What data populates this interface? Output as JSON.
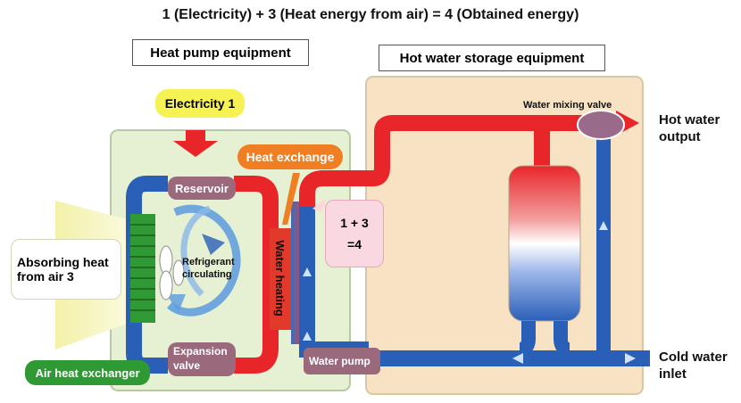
{
  "title": "1 (Electricity) + 3 (Heat energy from air) = 4 (Obtained energy)",
  "sections": {
    "heat_pump": "Heat pump equipment",
    "hot_water_storage": "Hot water storage equipment"
  },
  "labels": {
    "electricity": "Electricity  1",
    "heat_exchange": "Heat exchange",
    "reservoir": "Reservoir",
    "refrigerant": "Refrigerant circulating",
    "expansion_valve": "Expansion valve",
    "water_heating": "Water heating",
    "absorbing_heat": "Absorbing heat from air 3",
    "air_heat_exchanger": "Air heat exchanger",
    "equation_line1": "1 + 3",
    "equation_line2": "=4",
    "water_pump": "Water pump",
    "water_mixing_valve": "Water mixing valve",
    "hot_water_output": "Hot water output",
    "cold_water_inlet": "Cold water inlet"
  },
  "colors": {
    "hot_pipe": "#e8262a",
    "cold_pipe": "#2a5fb8",
    "heat_pump_bg": "#e6f0d2",
    "storage_bg": "#f7e3c3",
    "pill_purple": "#9a6a7c",
    "electricity_bg": "#f6f254",
    "heat_exchange_bg": "#f07e22",
    "air_exchanger_green": "#2f9a33"
  }
}
